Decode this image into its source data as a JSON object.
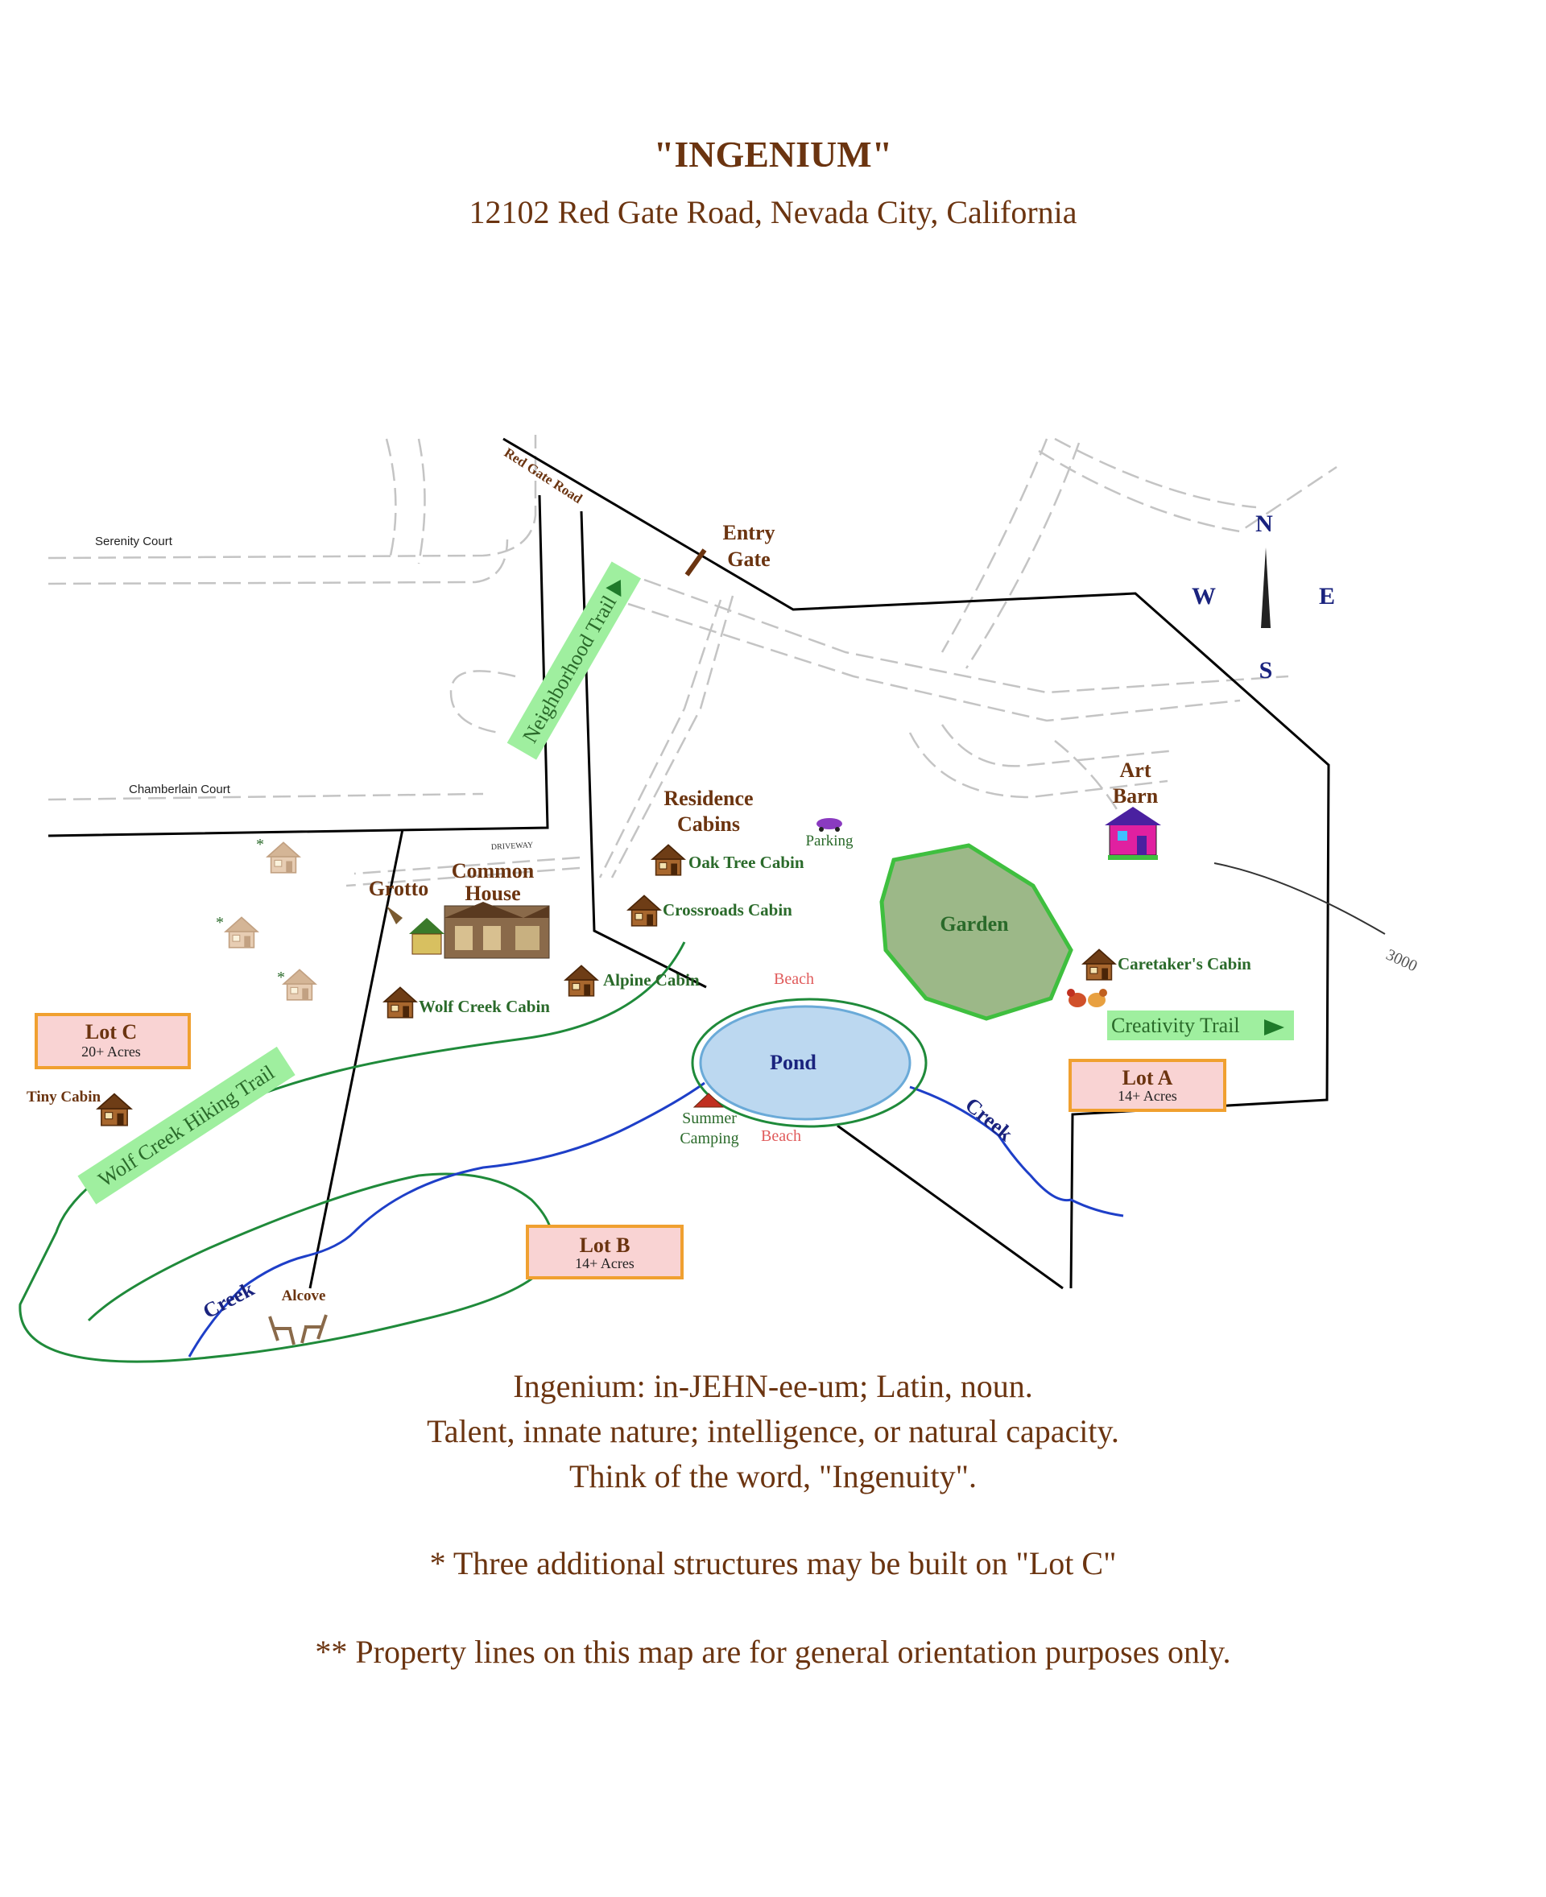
{
  "header": {
    "title": "\"INGENIUM\"",
    "address": "12102 Red Gate Road, Nevada City, California"
  },
  "map": {
    "streets": {
      "serenity_court": "Serenity Court",
      "chamberlain_court": "Chamberlain Court",
      "red_gate_road": "Red Gate Road",
      "driveway": "DRIVEWAY"
    },
    "places": {
      "entry_gate": [
        "Entry",
        "Gate"
      ],
      "residence_cabins": [
        "Residence",
        "Cabins"
      ],
      "parking": "Parking",
      "oak_tree_cabin": "Oak Tree Cabin",
      "crossroads_cabin": "Crossroads Cabin",
      "alpine_cabin": "Alpine Cabin",
      "wolf_creek_cabin": "Wolf Creek Cabin",
      "common_house": [
        "Common",
        "House"
      ],
      "grotto": "Grotto",
      "art_barn": [
        "Art",
        "Barn"
      ],
      "garden": "Garden",
      "caretakers_cabin": "Caretaker's Cabin",
      "pond": "Pond",
      "beach_north": "Beach",
      "beach_south": "Beach",
      "summer_camping": [
        "Summer",
        "Camping"
      ],
      "tiny_cabin": "Tiny Cabin",
      "alcove": "Alcove",
      "contour": "3000"
    },
    "trails": {
      "neighborhood": "Neighborhood Trail",
      "creativity": "Creativity Trail",
      "wolf_creek_hiking": "Wolf Creek Hiking Trail"
    },
    "creek_label": "Creek",
    "lots": {
      "lot_a": {
        "name": "Lot A",
        "acres": "14+ Acres"
      },
      "lot_b": {
        "name": "Lot B",
        "acres": "14+ Acres"
      },
      "lot_c": {
        "name": "Lot C",
        "acres": "20+ Acres"
      }
    },
    "asterisk": "*",
    "compass": {
      "n": "N",
      "s": "S",
      "e": "E",
      "w": "W"
    },
    "colors": {
      "label_brown": "#6b3410",
      "label_green": "#2a6a2a",
      "trail_bg": "#9fef9f",
      "lot_fill": "#f9d3d3",
      "lot_border": "#f0a030",
      "creek": "#1e3fc8",
      "trail_line": "#1f8a3a",
      "pond": "#bcd8f0",
      "compass_blue": "#1a237e"
    }
  },
  "footer": {
    "line1": "Ingenium: in-JEHN-ee-um; Latin, noun.",
    "line2": "Talent, innate nature; intelligence, or natural capacity.",
    "line3": "Think of the word, \"Ingenuity\".",
    "note1": "* Three additional structures may be built on \"Lot C\"",
    "note2": "** Property lines on this map are for general orientation purposes only."
  }
}
